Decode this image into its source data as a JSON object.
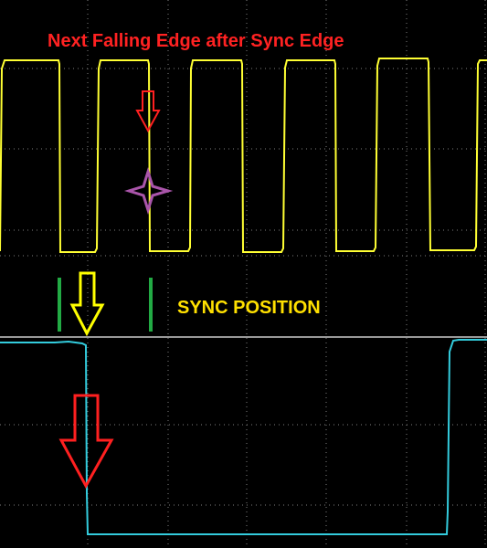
{
  "annotations": {
    "title": "Next Falling Edge after Sync Edge",
    "sync_label": "SYNC POSITION"
  },
  "colors": {
    "background": "#000000",
    "grid": "#808080",
    "channel1": "#ffff33",
    "channel2": "#33ccdd",
    "title": "#ff2222",
    "sync_label": "#ffe000",
    "marker_red": "#ff2020",
    "marker_yellow": "#ffff00",
    "marker_green": "#22aa44",
    "cursor_purple": "#aa55aa",
    "separator": "#999999"
  },
  "icons": {
    "small_red_arrow": "down-arrow-outline",
    "yellow_arrow": "down-arrow-outline",
    "large_red_arrow": "down-arrow-outline",
    "cursor": "four-point-star",
    "sync_markers": "vertical-bars"
  }
}
